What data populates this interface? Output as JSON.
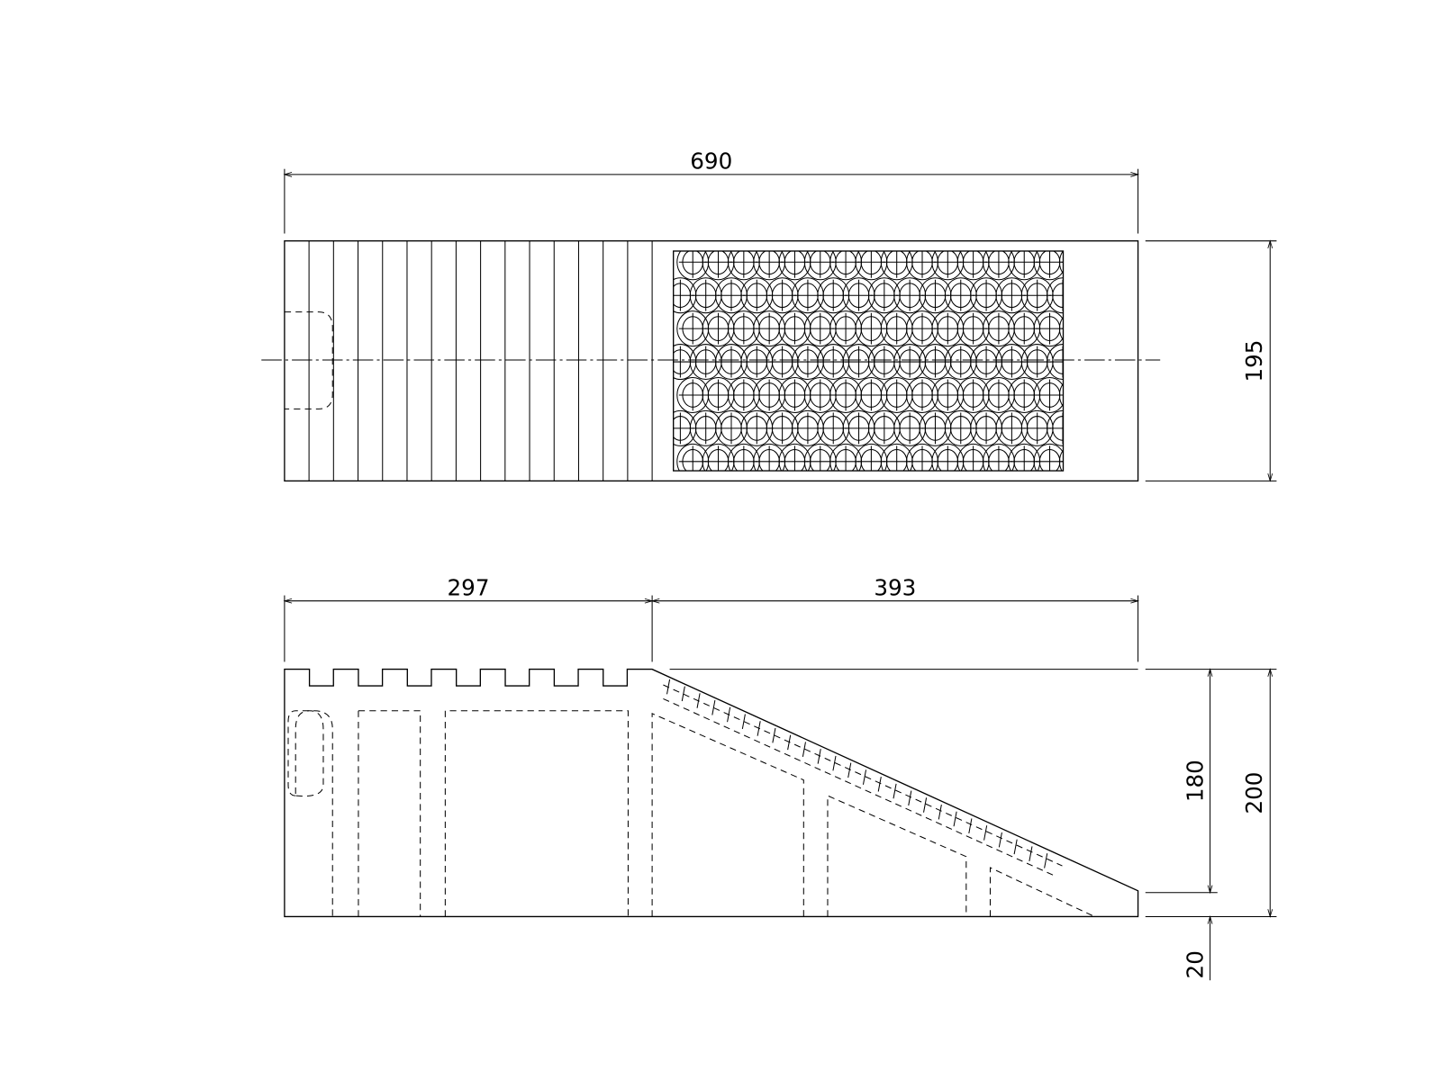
{
  "drawing": {
    "top_view": {
      "overall_length_label": "690",
      "width_label": "195",
      "rib_count": 15,
      "pattern_rows": 7,
      "pattern_cols": 15
    },
    "side_view": {
      "flat_length_label": "297",
      "slope_length_label": "393",
      "total_height_label": "200",
      "slope_height_label": "180",
      "toe_height_label": "20",
      "notch_count": 7
    }
  }
}
